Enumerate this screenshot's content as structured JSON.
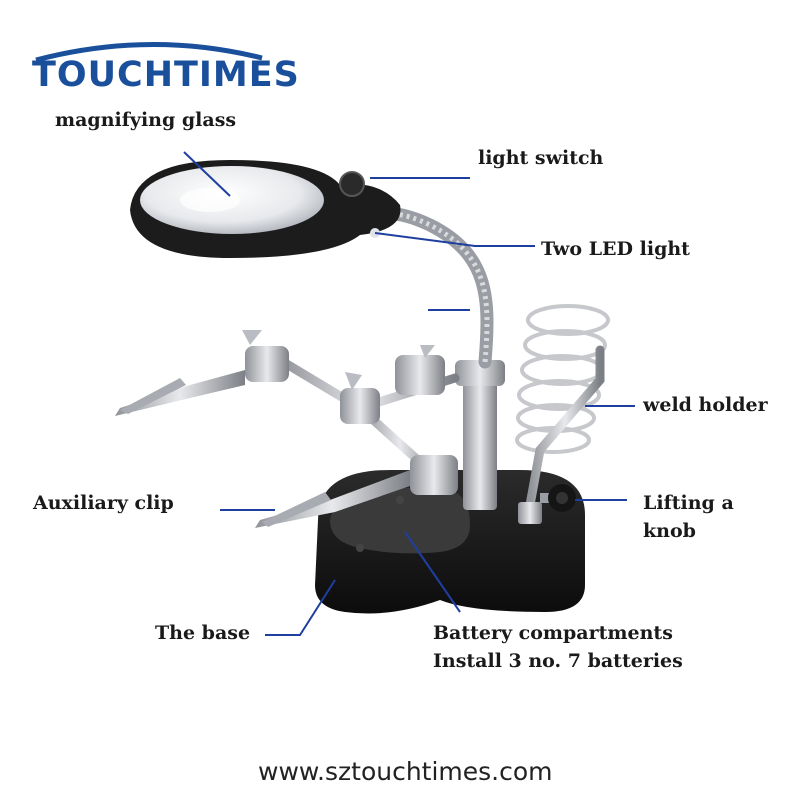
{
  "brand": {
    "logo_text": "TOUCHTIMES",
    "color": "#1a4f9c"
  },
  "colors": {
    "leader_line": "#1f3fa0",
    "metal": "#b9bcc2",
    "base": "#1b1b1b"
  },
  "labels": {
    "magnifying_glass": "magnifying glass",
    "light_switch": "light switch",
    "two_led_light": "Two LED light",
    "weld_holder": "weld holder",
    "auxiliary_clip": "Auxiliary clip",
    "lifting_knob_line1": "Lifting a",
    "lifting_knob_line2": "knob",
    "the_base": "The base",
    "battery_line1": "Battery compartments",
    "battery_line2": "Install 3 no. 7 batteries"
  },
  "footer": {
    "url": "www.sztouchtimes.com"
  }
}
